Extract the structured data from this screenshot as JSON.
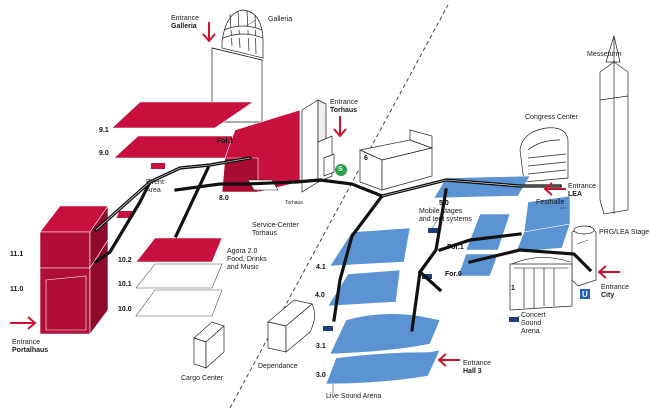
{
  "entrances": {
    "galleria": {
      "line1": "Entrance",
      "line2": "Galleria"
    },
    "torhaus": {
      "line1": "Entrance",
      "line2": "Torhaus"
    },
    "lea": {
      "line1": "Entrance",
      "line2": "LEA"
    },
    "city": {
      "line1": "Entrance",
      "line2": "City"
    },
    "portalhaus": {
      "line1": "Entrance",
      "line2": "Portalhaus"
    },
    "hall3": {
      "line1": "Entrance",
      "line2": "Hall 3"
    }
  },
  "buildings": {
    "galleria": "Galleria",
    "messeturm": "Messeturm",
    "congress_center": "Congress Center",
    "festhalle": "Festhalle",
    "prg_lea_stage": "PRG/LEA Stage",
    "torhaus": "Torhaus",
    "service_center_line1": "Service-Center",
    "service_center_line2": "Torhaus",
    "event_area_line1": "Event",
    "event_area_line2": "Area",
    "agora_line1": "Agora 2.0",
    "agora_line2": "Food, Drinks",
    "agora_line3": "and Music",
    "mobile_stages_line1": "Mobile stages",
    "mobile_stages_line2": "and tent systems",
    "concert_sound_line1": "Concert",
    "concert_sound_line2": "Sound",
    "concert_sound_line3": "Arena",
    "cargo_center": "Cargo Center",
    "dependance": "Dependance",
    "live_sound_arena": "Live Sound Arena"
  },
  "halls": {
    "h9_1": "9.1",
    "h9_0": "9.0",
    "h8_0": "8.0",
    "h11_1": "11.1",
    "h11_0": "11.0",
    "h10_2": "10.2",
    "h10_1": "10.1",
    "h10_0": "10.0",
    "h6": "6",
    "h5_0": "5.0",
    "for1": "For.1",
    "for0": "For.0",
    "h1": "1",
    "h4_1": "4.1",
    "h4_0": "4.0",
    "h3_1": "3.1",
    "h3_0": "3.0",
    "fol1": "Fol.1"
  },
  "icons": {
    "ubahn": "U",
    "sbahn": "S"
  },
  "colors": {
    "hall_red": "#c8103e",
    "hall_blue": "#5b93d3",
    "walkway": "#111111",
    "arrow": "#d0122f",
    "marker_navy": "#1f3f7a"
  }
}
